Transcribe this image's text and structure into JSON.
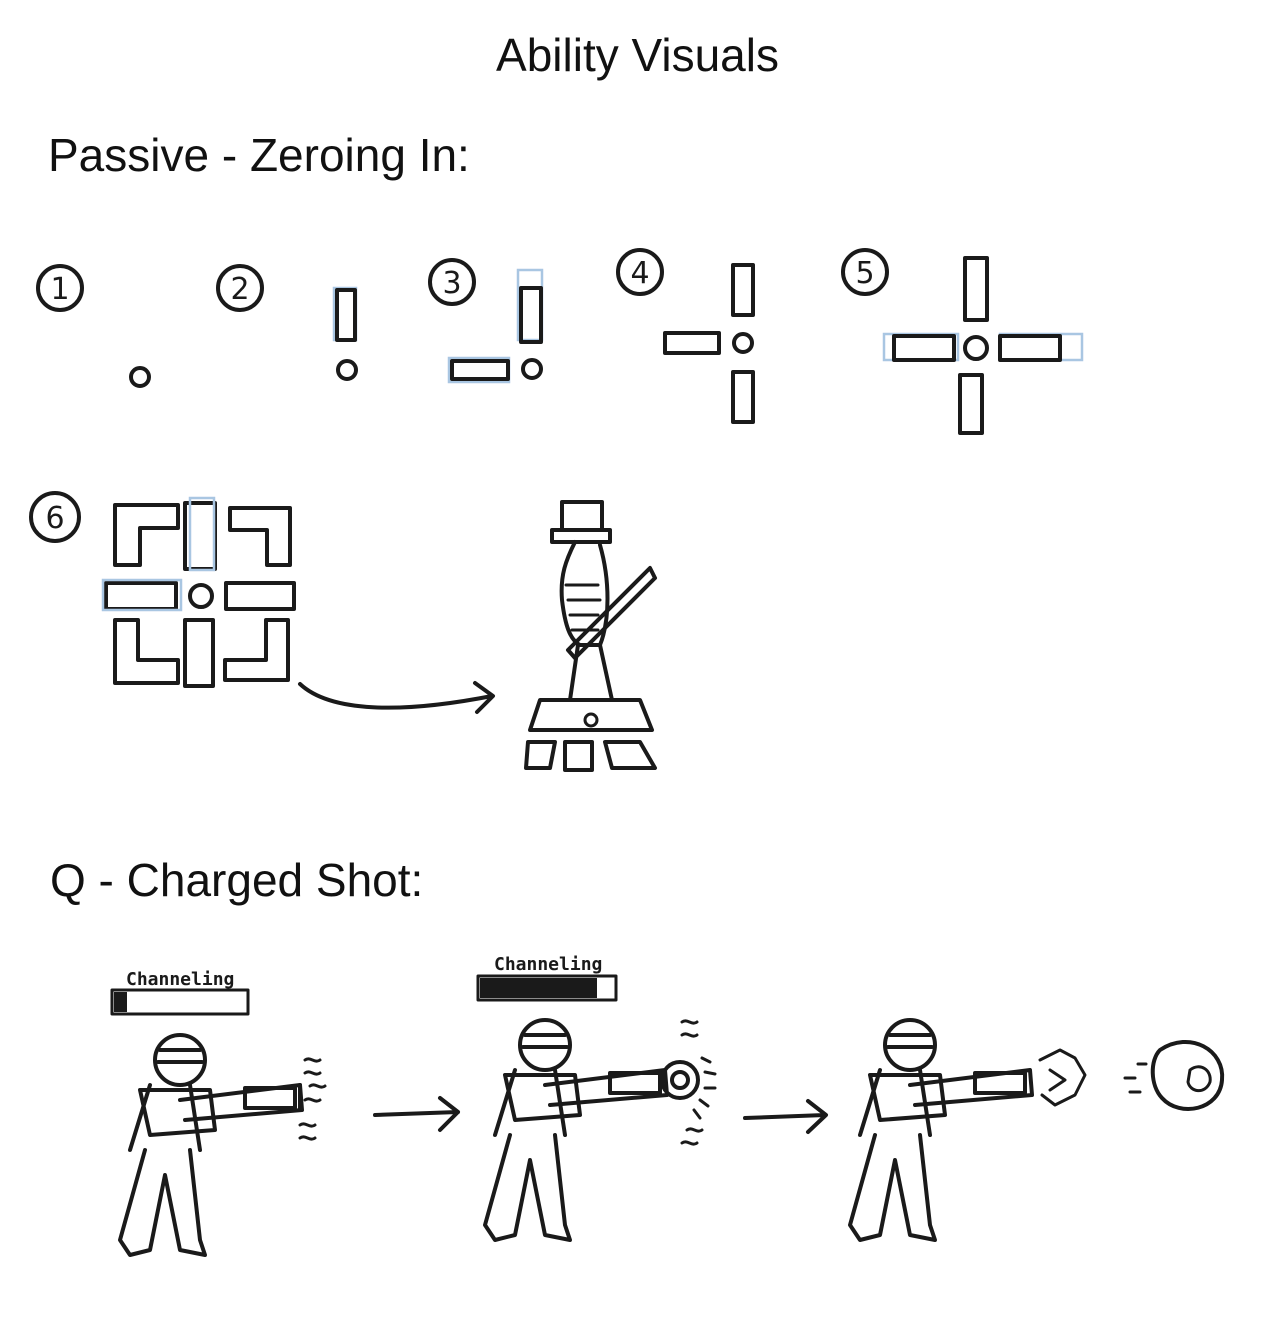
{
  "title": "Ability Visuals",
  "sections": {
    "passive": {
      "title": "Passive - Zeroing In:",
      "steps": [
        "1",
        "2",
        "3",
        "4",
        "5",
        "6"
      ]
    },
    "q": {
      "title": "Q - Charged Shot:",
      "channel_label": "Channeling",
      "channel_progress": [
        0.1,
        0.85
      ]
    }
  }
}
